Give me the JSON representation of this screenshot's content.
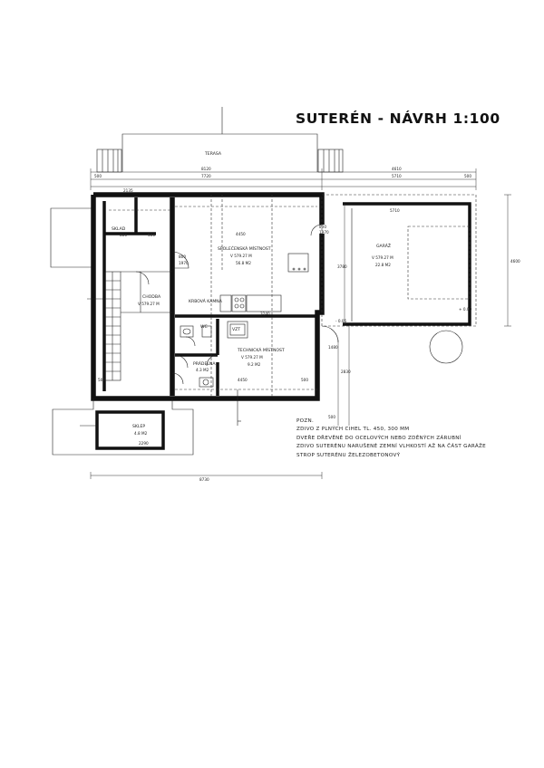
{
  "title": "SUTERÉN - NÁVRH  1:100",
  "rooms": {
    "terasa": "TERASA",
    "sklad": "SKLAD",
    "chodba": "CHODBA",
    "chodba_area": "V  579.27 M",
    "spolecenska": "SPOLEČENSKÁ MÍSTNOST",
    "spolecenska_area1": "V  579.27 M",
    "spolecenska_area2": "56.8 M2",
    "krbova_kamna": "KRBOVÁ KAMNA",
    "wc": "WC",
    "vzt": "VZT",
    "technicka": "TECHNICKÁ MÍSTNOST",
    "technicka_area1": "V  579.27 M",
    "technicka_area2": "9.2 M2",
    "pradelna": "PRÁDELNA",
    "pradelna_area": "4.3 M2",
    "garaz": "GARÁŽ",
    "garaz_area1": "V  579.27 M",
    "garaz_area2": "22.8 M2",
    "sklep": "SKLEP",
    "sklep_area": "4.8 M2"
  },
  "dimensions": {
    "top_total_left": "8120",
    "top_total_right": "4610",
    "top_sub": "7720",
    "top_sub_right": "5710",
    "top_left_small": "500",
    "top_mid_small": "2135",
    "top_right_small": "500",
    "room_4450": "4450",
    "room_500": "500",
    "garaz_width": "5710",
    "garaz_height": "4600",
    "garaz_side": "3780",
    "bottom_total": "8730",
    "bottom_4450": "4450",
    "bottom_500": "500",
    "tech_width": "3240",
    "sklep_dim": "2290",
    "side_2830": "2830",
    "side_1480": "1480",
    "side_3780": "3780",
    "door_800": "800",
    "door_1970": "1970",
    "door_600": "600",
    "door_1100": "1100",
    "level_a": "V 579.27 M",
    "level_b": "- 0.05",
    "level_c": "+ 0.00"
  },
  "notes": {
    "header": "POZN.",
    "line1": "ZDIVO Z PLNÝCH CIHEL TL. 450, 300 MM",
    "line2": "DVEŘE DŘEVĚNÉ DO OCELOVÝCH NEBO ZDĚNÝCH ZÁRUBNÍ",
    "line3": "ZDIVO SUTERÉNU NARUŠENÉ ZEMNÍ VLHKOSTÍ AŽ NA ČÁST GARÁŽE",
    "line4": "STROP SUTERÉNU ŽELEZOBETONOVÝ"
  }
}
